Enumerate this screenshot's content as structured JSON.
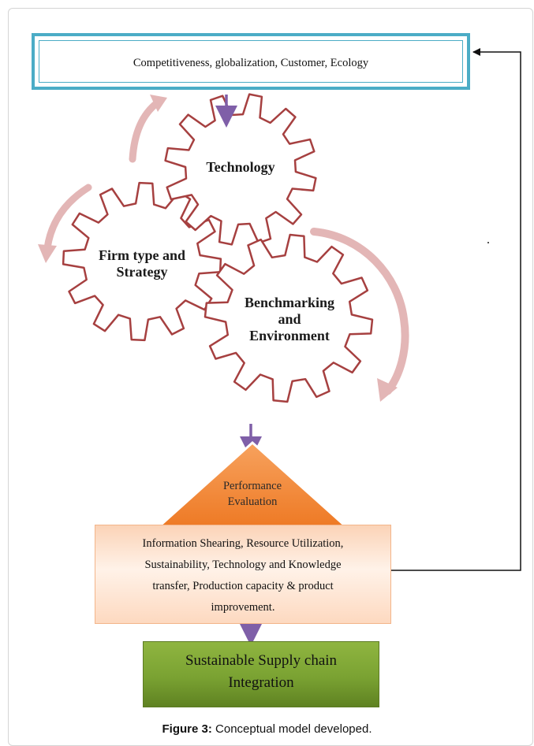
{
  "top_box": {
    "text": "Competitiveness, globalization, Customer, Ecology"
  },
  "gears": {
    "technology": "Technology",
    "firm_line1": "Firm type and",
    "firm_line2": "Strategy",
    "bench_line1": "Benchmarking",
    "bench_line2": "and",
    "bench_line3": "Environment"
  },
  "diamond": {
    "line1": "Performance",
    "line2": "Evaluation"
  },
  "info_box": {
    "line1": "Information Shearing, Resource Utilization,",
    "line2": "Sustainability, Technology and Knowledge",
    "line3": "transfer, Production capacity & product",
    "line4": "improvement."
  },
  "output_box": {
    "line1": "Sustainable Supply chain",
    "line2": "Integration"
  },
  "caption": {
    "label": "Figure 3:",
    "text": "Conceptual model developed."
  },
  "colors": {
    "top_border": "#4bacc6",
    "gear_stroke": "#a64040",
    "curved_arrow": "#e3b6b6",
    "down_arrow": "#7f5fa8",
    "diamond": "#f28b3c",
    "output_box": "#7aa232"
  }
}
